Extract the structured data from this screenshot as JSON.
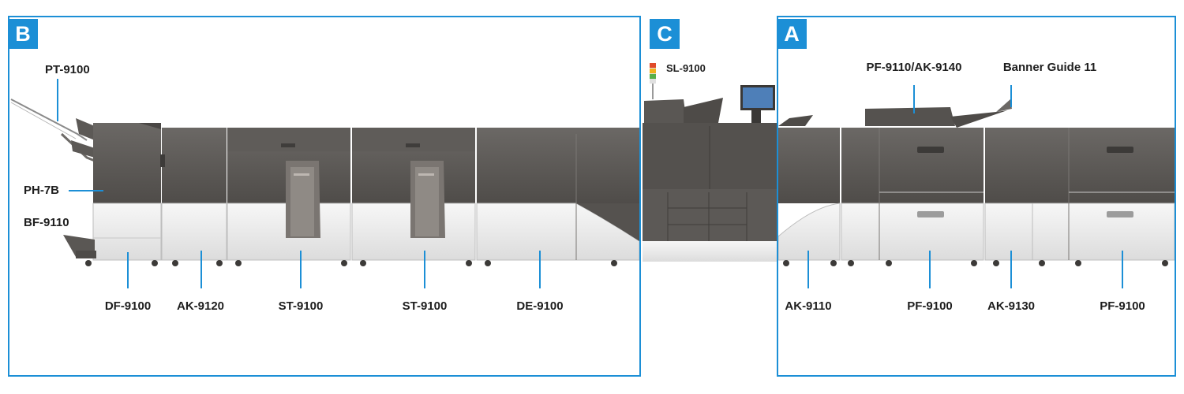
{
  "sections": [
    {
      "letter": "B"
    },
    {
      "letter": "C"
    },
    {
      "letter": "A"
    }
  ],
  "labels": {
    "pt9100": "PT-9100",
    "ph7b": "PH-7B",
    "bf9110": "BF-9110",
    "df9100": "DF-9100",
    "ak9120": "AK-9120",
    "st9100_a": "ST-9100",
    "st9100_b": "ST-9100",
    "de9100": "DE-9100",
    "sl9100": "SL-9100",
    "pf9110_ak9140": "PF-9110/AK-9140",
    "banner_guide": "Banner Guide 11",
    "ak9110": "AK-9110",
    "pf9100_a": "PF-9100",
    "ak9130": "AK-9130",
    "pf9100_b": "PF-9100"
  },
  "colors": {
    "accent": "#1c8fd6",
    "body_dark": "#565350",
    "body_light": "#ebebeb"
  }
}
